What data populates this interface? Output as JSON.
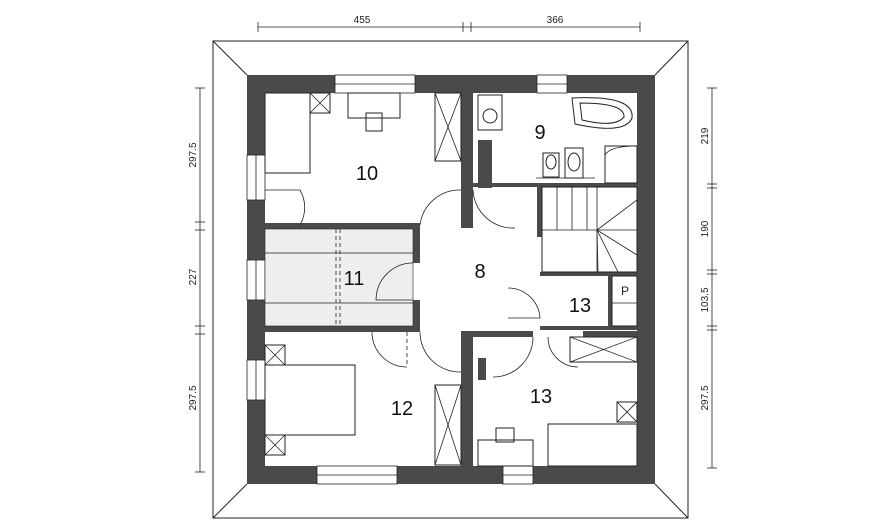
{
  "dimensions": {
    "top": [
      "455",
      "366"
    ],
    "left": [
      "297.5",
      "227",
      "297.5"
    ],
    "right": [
      "219",
      "190",
      "103.5",
      "297.5"
    ]
  },
  "rooms": {
    "r10": "10",
    "r9": "9",
    "r8": "8",
    "r11": "11",
    "r13a": "13",
    "r13b": "13",
    "r12": "12",
    "pantry": "P"
  },
  "colors": {
    "wall": "#4a4a4a",
    "line": "#222222",
    "corridor_fill": "#eeeeee"
  }
}
